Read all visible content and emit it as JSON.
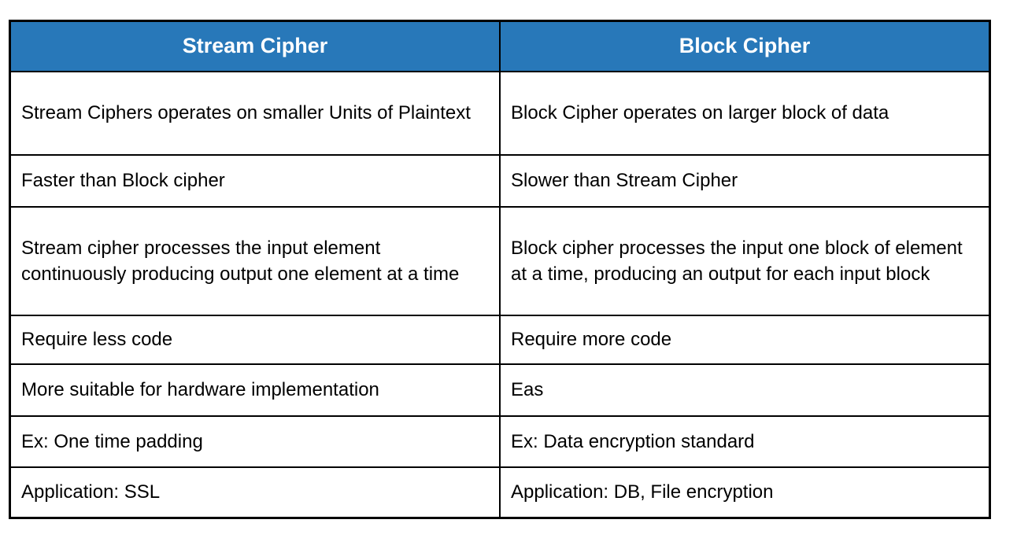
{
  "table": {
    "columns": [
      {
        "label": "Stream Cipher"
      },
      {
        "label": "Block Cipher"
      }
    ],
    "rows": [
      {
        "stream_cipher": "Stream Ciphers operates on smaller Units of Plaintext",
        "block_cipher": "Block Cipher operates on larger block of data"
      },
      {
        "stream_cipher": "Faster than Block cipher",
        "block_cipher": "Slower than Stream Cipher"
      },
      {
        "stream_cipher": "Stream cipher processes the input element continuously producing output one element at a time",
        "block_cipher": "Block cipher processes the input one block of element at a time, producing an output for each input block"
      },
      {
        "stream_cipher": "Require less code",
        "block_cipher": "Require more code"
      },
      {
        "stream_cipher": "More suitable for hardware implementation",
        "block_cipher": "Eas"
      },
      {
        "stream_cipher": "Ex: One time padding",
        "block_cipher": "Ex: Data encryption standard"
      },
      {
        "stream_cipher": "Application: SSL",
        "block_cipher": "Application: DB, File encryption"
      }
    ]
  },
  "colors": {
    "header_bg": "#2878B9",
    "header_text": "#FFFFFF",
    "border": "#000000",
    "body_text": "#000000",
    "page_bg": "#FFFFFF"
  }
}
